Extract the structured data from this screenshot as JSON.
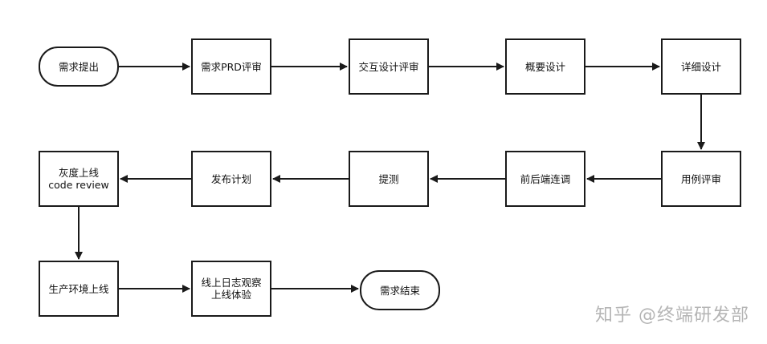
{
  "nodes": [
    {
      "id": "start",
      "label": "需求提出",
      "shape": "terminal"
    },
    {
      "id": "prd",
      "label": "需求PRD评审",
      "shape": "process"
    },
    {
      "id": "interact",
      "label": "交互设计评审",
      "shape": "process"
    },
    {
      "id": "outline",
      "label": "概要设计",
      "shape": "process"
    },
    {
      "id": "detail",
      "label": "详细设计",
      "shape": "process"
    },
    {
      "id": "case",
      "label": "用例评审",
      "shape": "process"
    },
    {
      "id": "joint",
      "label": "前后端连调",
      "shape": "process"
    },
    {
      "id": "submit",
      "label": "提测",
      "shape": "process"
    },
    {
      "id": "plan",
      "label": "发布计划",
      "shape": "process"
    },
    {
      "id": "gray",
      "label": "灰度上线\ncode review",
      "shape": "process"
    },
    {
      "id": "prod",
      "label": "生产环境上线",
      "shape": "process"
    },
    {
      "id": "observe",
      "label": "线上日志观察\n上线体验",
      "shape": "process"
    },
    {
      "id": "end",
      "label": "需求结束",
      "shape": "terminal"
    }
  ],
  "edges": [
    {
      "from": "start",
      "to": "prd"
    },
    {
      "from": "prd",
      "to": "interact"
    },
    {
      "from": "interact",
      "to": "outline"
    },
    {
      "from": "outline",
      "to": "detail"
    },
    {
      "from": "detail",
      "to": "case"
    },
    {
      "from": "case",
      "to": "joint"
    },
    {
      "from": "joint",
      "to": "submit"
    },
    {
      "from": "submit",
      "to": "plan"
    },
    {
      "from": "plan",
      "to": "gray"
    },
    {
      "from": "gray",
      "to": "prod"
    },
    {
      "from": "prod",
      "to": "observe"
    },
    {
      "from": "observe",
      "to": "end"
    }
  ],
  "watermark": "知乎 @终端研发部",
  "colors": {
    "stroke": "#1a1a1a",
    "watermark": "#b5b5b5"
  }
}
